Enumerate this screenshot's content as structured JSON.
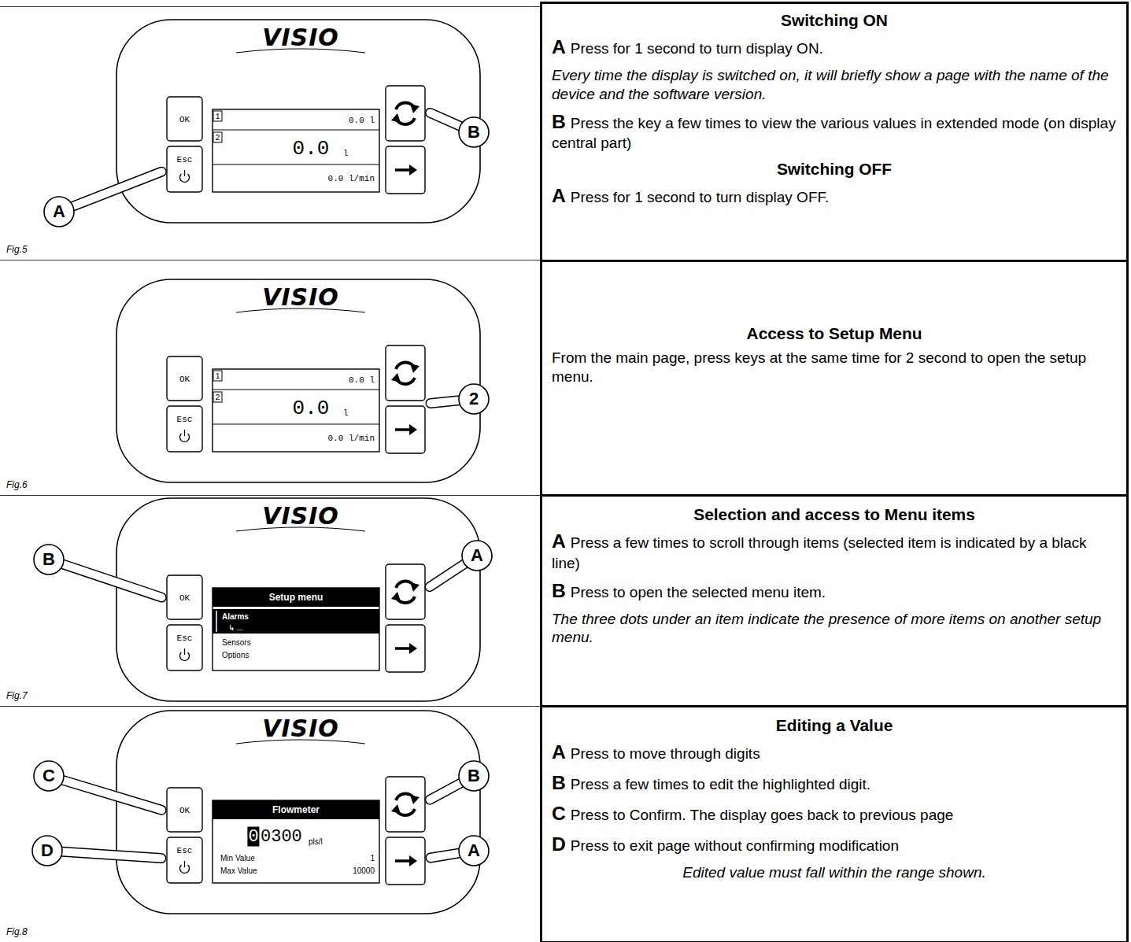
{
  "diagram": {
    "nodes": [
      {
        "text": [
          "Fig.5"
        ]
      },
      {
        "text": [
          "Switching ON",
          "A",
          "Press for 1 second to turn display ON.",
          "Every time the display is switched on, it will briefly show a page with the name of the device and the software version.",
          "B",
          "Press the key a few times to view the various values in extended mode (on display central part)",
          "Switching OFF",
          "A",
          "Press for 1 second to turn display OFF."
        ]
      },
      {
        "text": [
          "Fig.6"
        ]
      },
      {
        "text": [
          "Access to Setup Menu",
          "From the main page, press keys at the same time for 2 second to open the setup menu."
        ]
      },
      {
        "text": [
          "Fig.7"
        ]
      },
      {
        "text": [
          "Selection and access to Menu items",
          "A",
          "Press a few times to scroll through items (selected item is indicated by a black line)",
          "B",
          "Press to open the selected menu item.",
          "The three dots under an item indicate the presence of more items on another setup menu."
        ]
      },
      {
        "text": [
          "Fig.8"
        ]
      },
      {
        "text": [
          "Editing a Value",
          "A",
          "Press to move through digits",
          "B",
          "Press a few times to edit the highlighted digit.",
          "C",
          "Press to Confirm. The display goes back to previous page",
          "D",
          "Press to exit page without confirming modification",
          "Edited value must fall within the range shown."
        ]
      }
    ],
    "labels": [
      "VISIO",
      "OK",
      "Esc",
      "1",
      "0.0 l",
      "2",
      "0.0",
      "l",
      "0.0 l/min",
      "A",
      "B",
      "VISIO",
      "OK",
      "Esc",
      "1",
      "0.0 l",
      "2",
      "0.0",
      "l",
      "0.0 l/min",
      "2",
      "VISIO",
      "OK",
      "Esc",
      "Setup menu",
      "Alarms",
      "↳ ...",
      "Sensors",
      "Options",
      "B",
      "A",
      "VISIO",
      "OK",
      "Esc",
      "Flowmeter",
      "0",
      "0300",
      "pls/l",
      "Min Value",
      "1",
      "Max Value",
      "10000",
      "C",
      "D",
      "B",
      "A"
    ]
  }
}
